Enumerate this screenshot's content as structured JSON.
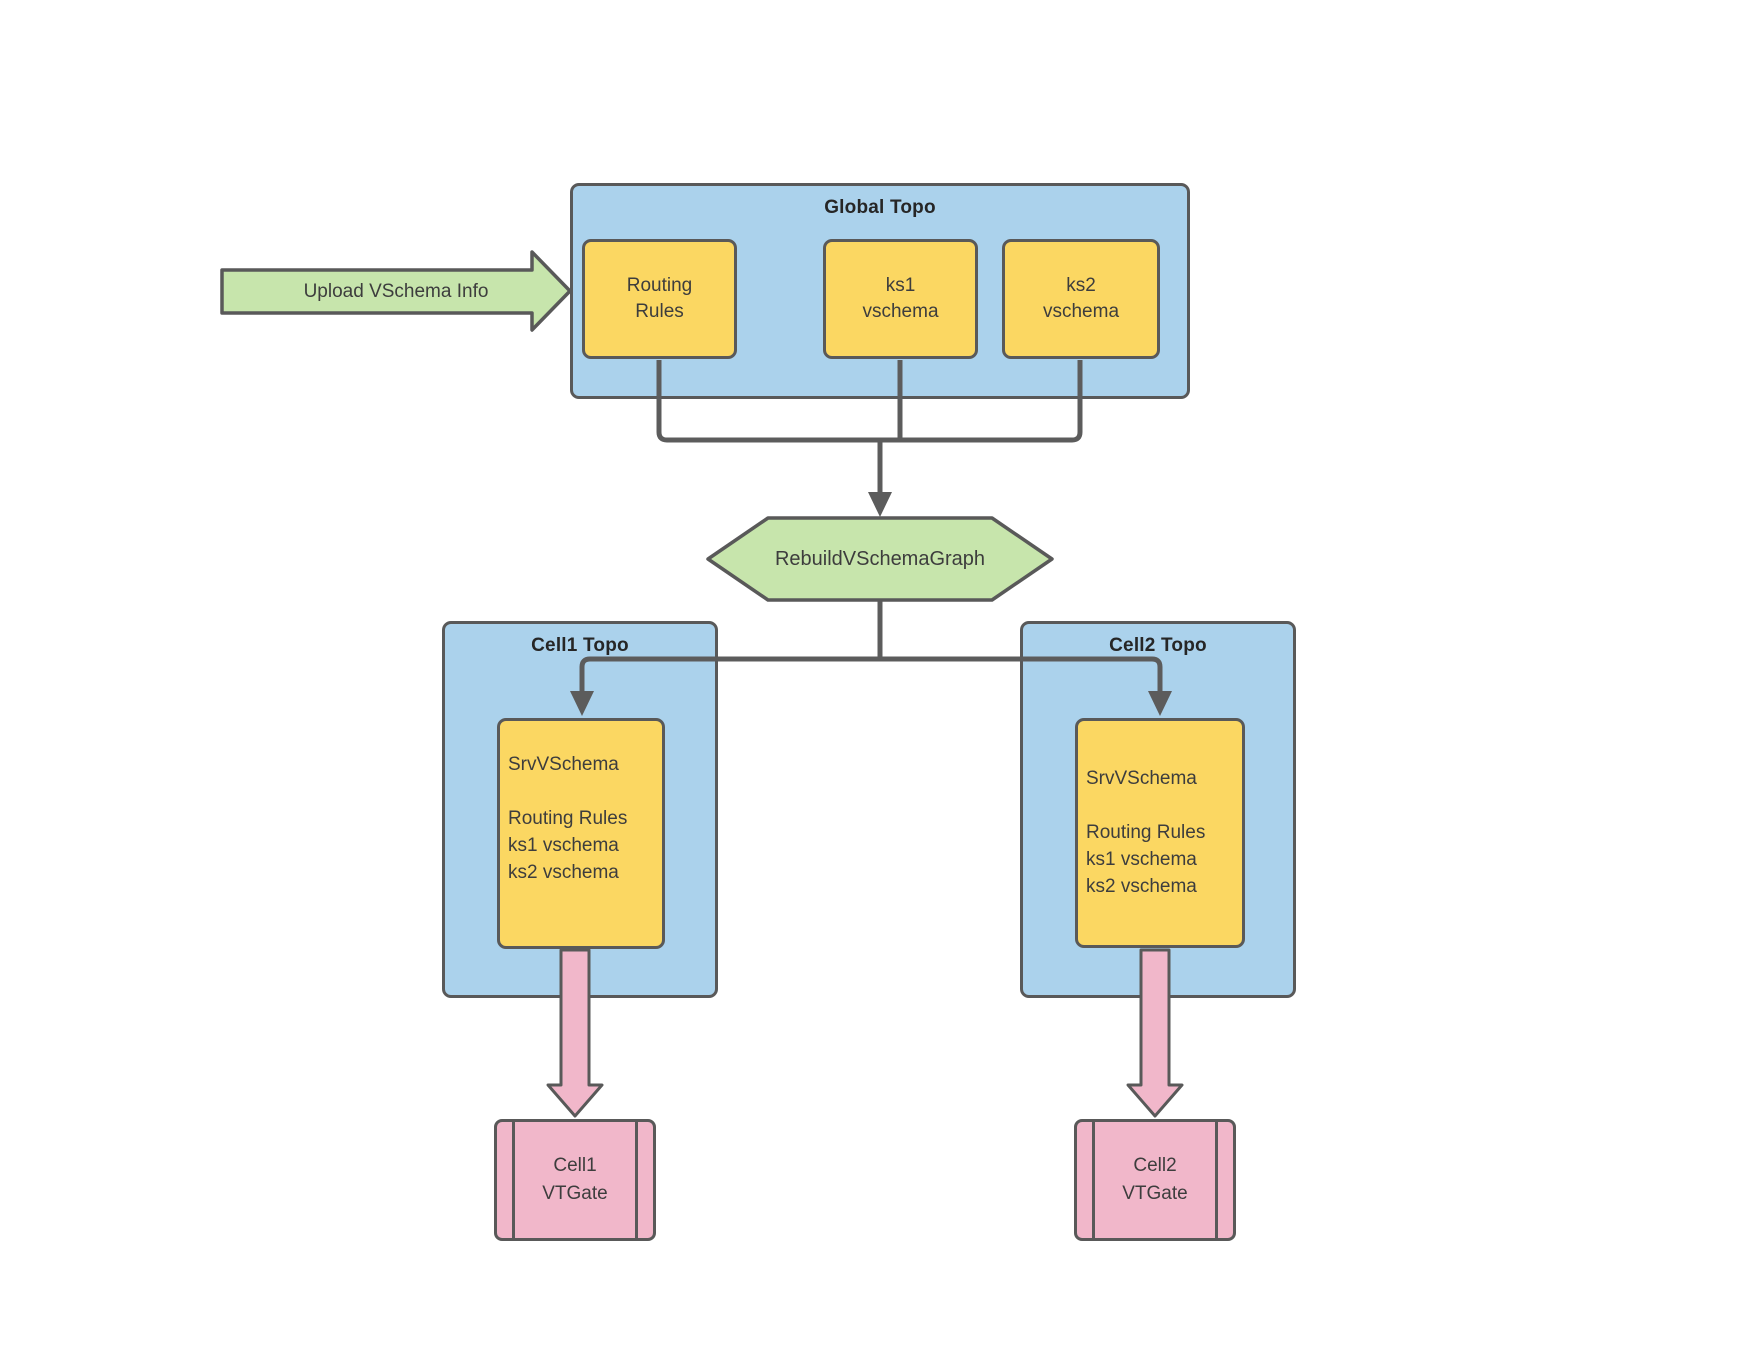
{
  "diagram": {
    "upload_arrow": {
      "label": "Upload VSchema Info"
    },
    "global_topo": {
      "title": "Global Topo",
      "nodes": [
        {
          "lines": [
            "Routing",
            "Rules"
          ]
        },
        {
          "lines": [
            "ks1",
            "vschema"
          ]
        },
        {
          "lines": [
            "ks2",
            "vschema"
          ]
        }
      ]
    },
    "rebuild_step": {
      "label": "RebuildVSchemaGraph"
    },
    "cell1_topo": {
      "title": "Cell1 Topo",
      "srv_vschema": {
        "lines": [
          "SrvVSchema",
          "",
          "Routing Rules",
          "ks1 vschema",
          "ks2 vschema"
        ]
      },
      "vtgate": {
        "lines": [
          "Cell1",
          "VTGate"
        ]
      }
    },
    "cell2_topo": {
      "title": "Cell2 Topo",
      "srv_vschema": {
        "lines": [
          "SrvVSchema",
          "",
          "Routing Rules",
          "ks1 vschema",
          "ks2 vschema"
        ]
      },
      "vtgate": {
        "lines": [
          "Cell2",
          "VTGate"
        ]
      }
    },
    "colors": {
      "container_fill": "#ABD2EC",
      "node_fill": "#FBD762",
      "green_fill": "#C7E5AC",
      "pink_fill": "#F1B7CA",
      "shape_stroke": "#595959",
      "connector": "#5C5C5C",
      "text": "#3D3D3D",
      "title_text": "#262626",
      "background": "#FFFFFF"
    }
  }
}
